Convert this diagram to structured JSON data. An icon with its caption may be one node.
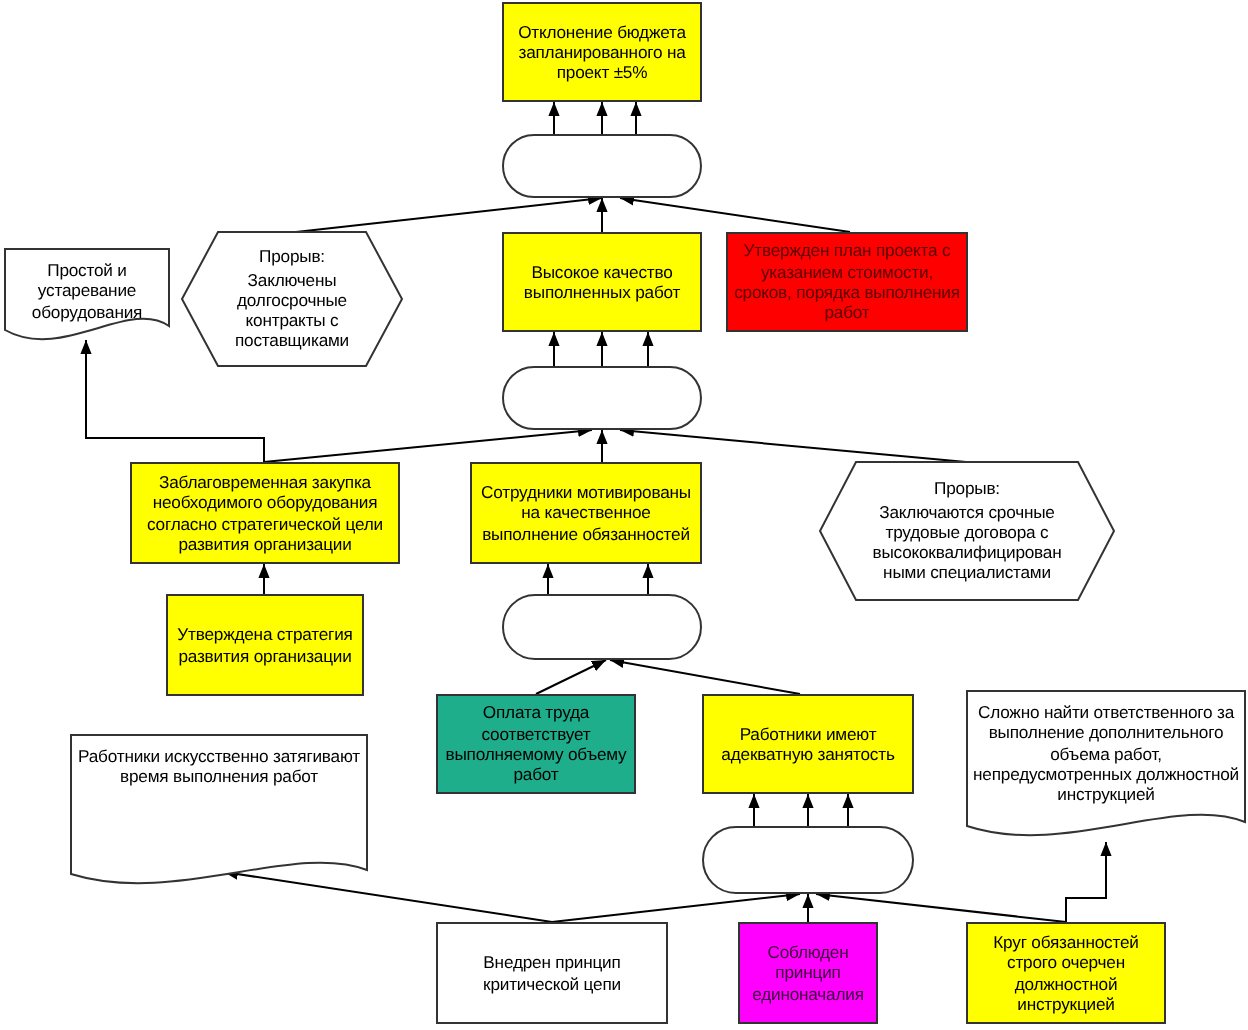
{
  "diagram": {
    "nodes": [
      {
        "text": [
          "Отклонение бюджета запланированного на проект ±5%"
        ]
      },
      {
        "text": [],
        "shape": "stadium"
      },
      {
        "text": [
          "Прорыв:",
          "Заключены долгосрочные контракты с поставщиками"
        ]
      },
      {
        "text": [
          "Высокое качество выполненных работ"
        ]
      },
      {
        "text": [
          "Утвержден план проекта с указанием стоимости, сроков, порядка выполнения работ"
        ]
      },
      {
        "text": [
          "Простой и устаревание оборудования"
        ]
      },
      {
        "text": [],
        "shape": "stadium"
      },
      {
        "text": [
          "Заблаговременная закупка необходимого оборудования согласно стратегической цели развития организации"
        ]
      },
      {
        "text": [
          "Сотрудники мотивированы на качественное выполнение обязанностей"
        ]
      },
      {
        "text": [
          "Прорыв:",
          "Заключаются срочные трудовые договора с высококвалифицирован ными специалистами"
        ]
      },
      {
        "text": [
          "Утверждена стратегия развития организации"
        ]
      },
      {
        "text": [],
        "shape": "stadium"
      },
      {
        "text": [
          "Оплата труда соответствует выполняемому объему работ"
        ]
      },
      {
        "text": [
          "Работники имеют адекватную занятость"
        ]
      },
      {
        "text": [
          "Сложно найти ответственного за выполнение дополнительного объема работ, непредусмотренных должностной инструкцией"
        ]
      },
      {
        "text": [
          "Работники искусственно затягивают время выполнения работ"
        ]
      },
      {
        "text": [],
        "shape": "stadium"
      },
      {
        "text": [
          "Внедрен принцип критической цепи"
        ]
      },
      {
        "text": [
          "Соблюден принцип единоначалия"
        ]
      },
      {
        "text": [
          "Круг обязанностей строго очерчен должностной инструкцией"
        ]
      }
    ],
    "edges": [
      {
        "from": 1,
        "to": 0,
        "arrow": "to"
      },
      {
        "from": 1,
        "to": 0,
        "arrow": "to"
      },
      {
        "from": 1,
        "to": 0,
        "arrow": "to"
      },
      {
        "from": 2,
        "to": 1,
        "arrow": "to"
      },
      {
        "from": 3,
        "to": 1,
        "arrow": "to"
      },
      {
        "from": 4,
        "to": 1,
        "arrow": "to"
      },
      {
        "from": 6,
        "to": 3,
        "arrow": "to"
      },
      {
        "from": 6,
        "to": 3,
        "arrow": "to"
      },
      {
        "from": 6,
        "to": 3,
        "arrow": "to"
      },
      {
        "from": 7,
        "to": 5,
        "arrow": "to"
      },
      {
        "from": 7,
        "to": 6,
        "arrow": "to"
      },
      {
        "from": 8,
        "to": 6,
        "arrow": "to"
      },
      {
        "from": 9,
        "to": 6,
        "arrow": "to"
      },
      {
        "from": 10,
        "to": 7,
        "arrow": "to"
      },
      {
        "from": 11,
        "to": 8,
        "arrow": "to"
      },
      {
        "from": 11,
        "to": 8,
        "arrow": "to"
      },
      {
        "from": 12,
        "to": 11,
        "arrow": "to"
      },
      {
        "from": 13,
        "to": 11,
        "arrow": "to"
      },
      {
        "from": 16,
        "to": 13,
        "arrow": "to"
      },
      {
        "from": 16,
        "to": 13,
        "arrow": "to"
      },
      {
        "from": 16,
        "to": 13,
        "arrow": "to"
      },
      {
        "from": 17,
        "to": 15,
        "arrow": "to"
      },
      {
        "from": 17,
        "to": 16,
        "arrow": "to"
      },
      {
        "from": 18,
        "to": 16,
        "arrow": "to"
      },
      {
        "from": 19,
        "to": 16,
        "arrow": "to"
      },
      {
        "from": 19,
        "to": 14,
        "arrow": "to"
      }
    ]
  }
}
